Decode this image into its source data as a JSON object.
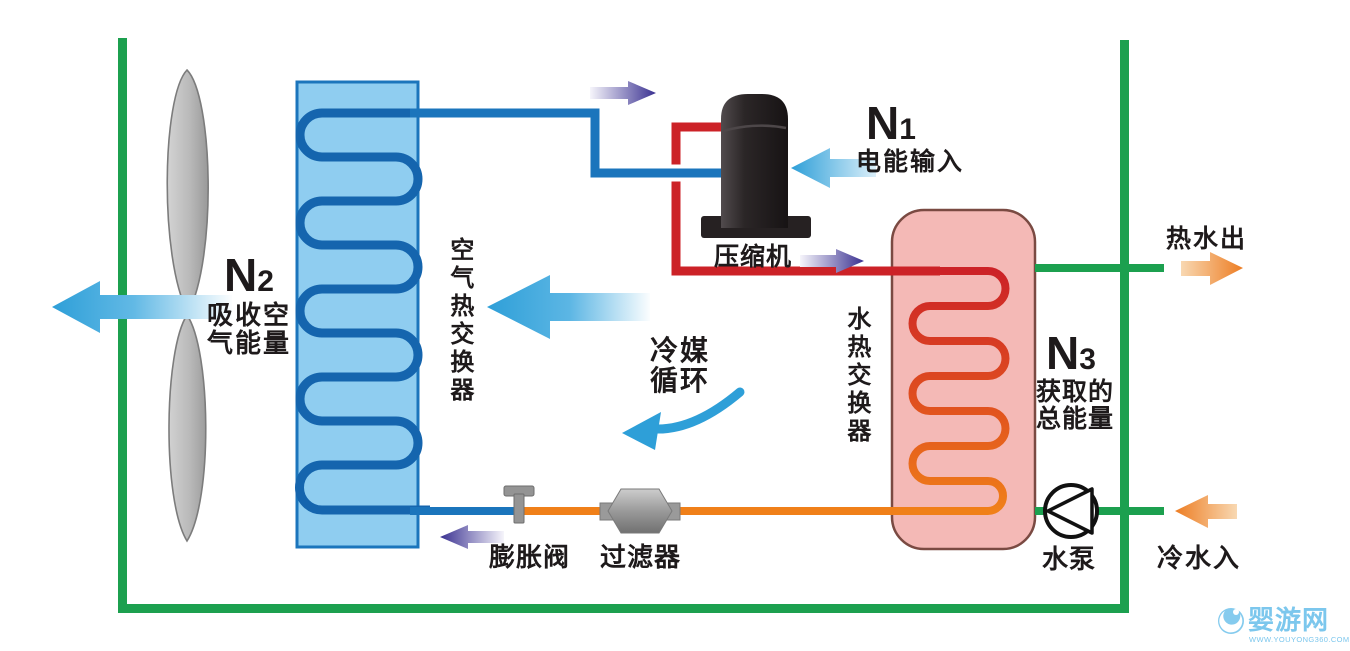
{
  "diagram": {
    "type": "heat-pump-water-heater-schematic",
    "energy_nodes": {
      "n1": {
        "symbol": "N",
        "subscript": "1",
        "label": "电能输入"
      },
      "n2": {
        "symbol": "N",
        "subscript": "2",
        "label_line1": "吸收空",
        "label_line2": "气能量"
      },
      "n3": {
        "symbol": "N",
        "subscript": "3",
        "label_line1": "获取的",
        "label_line2": "总能量"
      }
    },
    "components": {
      "air_heat_exchanger": "空气热交换器",
      "compressor": "压缩机",
      "water_heat_exchanger": "水热交换器",
      "refrigerant_cycle_line1": "冷媒",
      "refrigerant_cycle_line2": "循环",
      "expansion_valve": "膨胀阀",
      "filter": "过滤器",
      "water_pump": "水泵"
    },
    "flows": {
      "hot_water_out": "热水出",
      "cold_water_in": "冷水入"
    },
    "colors": {
      "boundary_green": "#1CA04F",
      "refrigerant_blue": "#1B75BC",
      "evaporator_fill": "#8FCDF0",
      "hot_red": "#CC2227",
      "warm_orange": "#F08019",
      "tank_fill": "#F4B9B6",
      "tank_border": "#7A4A42",
      "air_arrow_blue": "#2E9FD8",
      "flow_arrow_purple": "#3A3191",
      "water_arrow_orange": "#ED7D23",
      "text": "#1e1a1b",
      "watermark_blue": "#7CC7ED"
    }
  },
  "watermark": {
    "site_name": "婴游网",
    "url": "WWW.YOUYONG360.COM"
  }
}
